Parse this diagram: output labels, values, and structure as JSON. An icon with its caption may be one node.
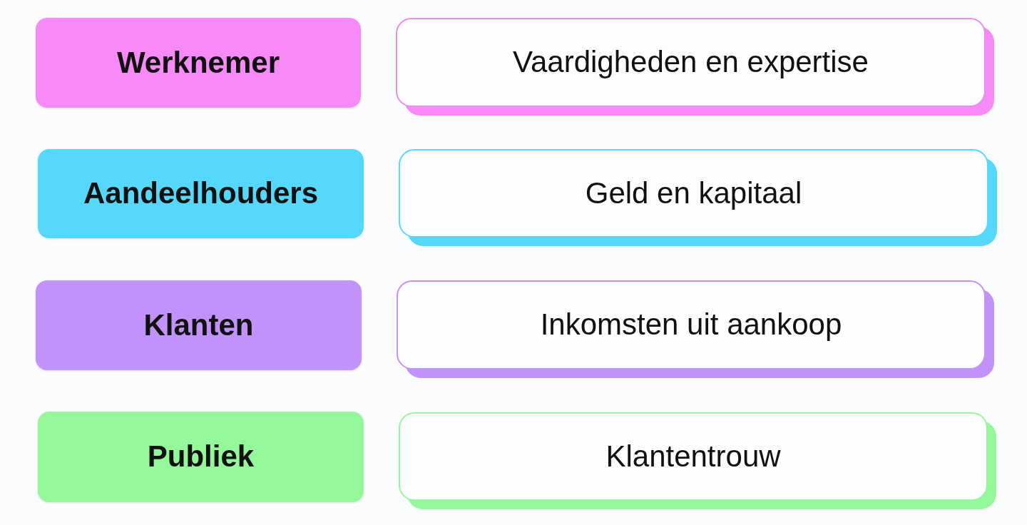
{
  "diagram": {
    "nodes": [
      {
        "text": [
          "Werknemer"
        ]
      },
      {
        "text": [
          "Vaardigheden en expertise"
        ]
      },
      {
        "text": [
          "Aandeelhouders"
        ]
      },
      {
        "text": [
          "Geld en kapitaal"
        ]
      },
      {
        "text": [
          "Klanten"
        ]
      },
      {
        "text": [
          "Inkomsten uit aankoop"
        ]
      },
      {
        "text": [
          "Publiek"
        ]
      },
      {
        "text": [
          "Klantentrouw"
        ]
      }
    ]
  }
}
